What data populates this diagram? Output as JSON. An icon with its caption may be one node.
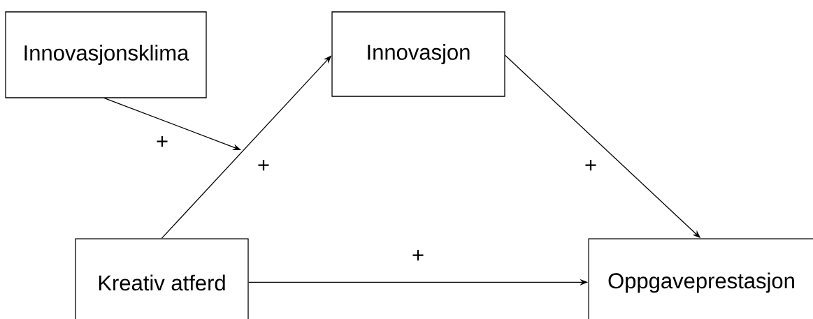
{
  "diagram": {
    "nodes": [
      {
        "text": [
          "Innovasjonsklima"
        ]
      },
      {
        "text": [
          "Innovasjon"
        ]
      },
      {
        "text": [
          "Kreativ atferd"
        ]
      },
      {
        "text": [
          "Oppgaveprestasjon"
        ]
      }
    ],
    "edges": [
      {
        "from": 2,
        "to": 1,
        "arrow": "to",
        "label": "+"
      },
      {
        "from": 1,
        "to": 3,
        "arrow": "to",
        "label": "+"
      },
      {
        "from": 2,
        "to": 3,
        "arrow": "to",
        "label": "+"
      },
      {
        "from": 0,
        "to": null,
        "arrow": "to",
        "label": "+"
      }
    ]
  }
}
